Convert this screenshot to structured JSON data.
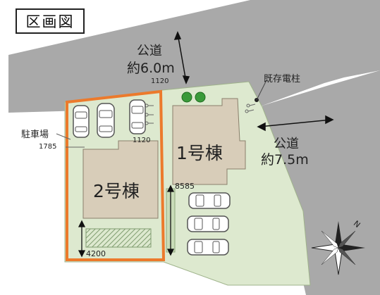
{
  "title": "区画図",
  "roads": {
    "top": {
      "label": "公道",
      "width": "約6.0m"
    },
    "right": {
      "label": "公道",
      "width": "約7.5m"
    }
  },
  "buildings": {
    "b1": {
      "label": "1号棟"
    },
    "b2": {
      "label": "2号棟"
    }
  },
  "labels": {
    "pole": "既存電柱",
    "parking": "駐車場"
  },
  "dimensions": {
    "d1120_top": "1120",
    "d1120_inner": "1120",
    "d1785": "1785",
    "d8585": "8585",
    "d4200": "4200"
  },
  "compass": {
    "north": "N"
  },
  "colors": {
    "road": "#a9a9a9",
    "lot": "#dde9cf",
    "building": "#d8cdb9",
    "highlight": "#ec7a2c",
    "tree": "#3a9a3a"
  }
}
